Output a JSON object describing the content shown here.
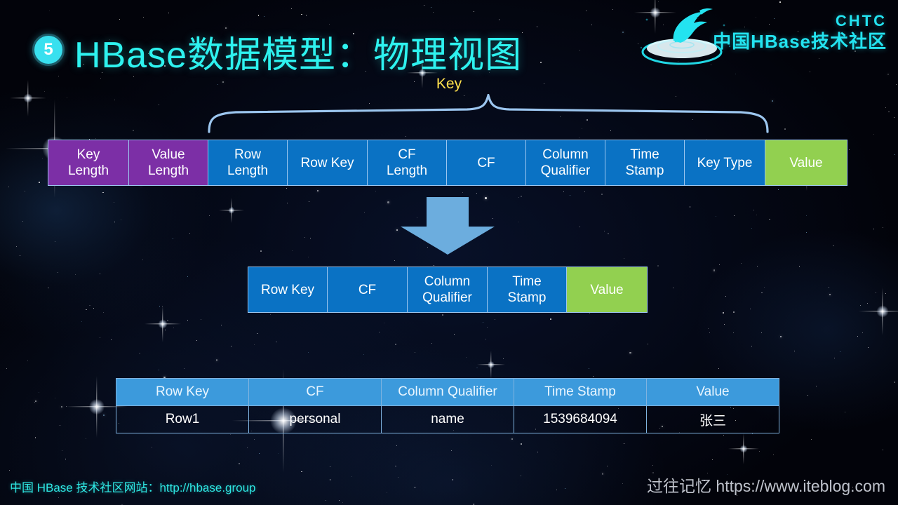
{
  "slide": {
    "number_badge": "5",
    "title": "HBase数据模型：物理视图",
    "accent_cyan": "#2ef2ef",
    "accent_yellow": "#ffe14d",
    "cell_purple": "#7c2fa6",
    "cell_blue": "#0a72c4",
    "cell_green": "#92d050",
    "table_header_blue": "#3c9adc",
    "background": "#04040c"
  },
  "logo": {
    "mark_name": "dolphin-on-disc-logo",
    "english": "CHTC",
    "chinese": "中国HBase技术社区"
  },
  "key_brace": {
    "label": "Key"
  },
  "keyvalue_bar": {
    "name": "hbase-keyvalue-structure",
    "cells": [
      {
        "label": "Key\nLength",
        "color": "purple",
        "width": 115
      },
      {
        "label": "Value\nLength",
        "color": "purple",
        "width": 113
      },
      {
        "label": "Row\nLength",
        "color": "blue",
        "width": 113
      },
      {
        "label": "Row Key",
        "color": "blue",
        "width": 114
      },
      {
        "label": "CF\nLength",
        "color": "blue",
        "width": 113
      },
      {
        "label": "CF",
        "color": "blue",
        "width": 113
      },
      {
        "label": "Column\nQualifier",
        "color": "blue",
        "width": 113
      },
      {
        "label": "Time\nStamp",
        "color": "blue",
        "width": 113
      },
      {
        "label": "Key Type",
        "color": "blue",
        "width": 115
      },
      {
        "label": "Value",
        "color": "green",
        "width": 116
      }
    ]
  },
  "arrow": {
    "name": "down-arrow",
    "color": "#6cadde",
    "direction": "down"
  },
  "simplified_bar": {
    "name": "hbase-logical-cell-structure",
    "cells": [
      {
        "label": "Row Key",
        "color": "blue",
        "width": 113
      },
      {
        "label": "CF",
        "color": "blue",
        "width": 114
      },
      {
        "label": "Column\nQualifier",
        "color": "blue",
        "width": 114
      },
      {
        "label": "Time\nStamp",
        "color": "blue",
        "width": 113
      },
      {
        "label": "Value",
        "color": "green",
        "width": 114
      }
    ]
  },
  "data_table": {
    "name": "hbase-row-example-table",
    "columns": [
      "Row Key",
      "CF",
      "Column Qualifier",
      "Time Stamp",
      "Value"
    ],
    "rows": [
      [
        "Row1",
        "personal",
        "name",
        "1539684094",
        "张三"
      ]
    ]
  },
  "footer": {
    "left": "中国 HBase 技术社区网站：http://hbase.group",
    "right": "过往记忆 https://www.iteblog.com"
  }
}
